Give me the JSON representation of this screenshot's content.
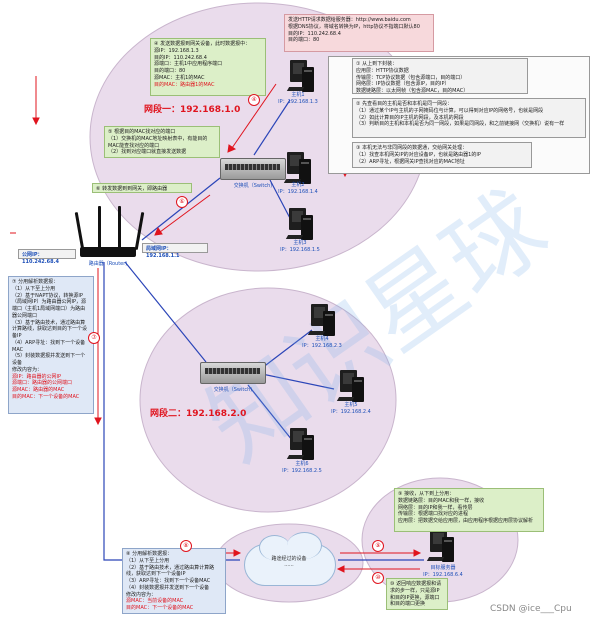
{
  "segments": {
    "seg1": "网段一：192.168.1.0",
    "seg2": "网段二：192.168.2.0"
  },
  "devices": {
    "pc1": {
      "name": "主机1",
      "ip": "IP：192.168.1.3"
    },
    "pc2": {
      "name": "主机2",
      "ip": "IP：192.168.1.4"
    },
    "pc3": {
      "name": "主机3",
      "ip": "IP：192.168.1.5"
    },
    "pc4": {
      "name": "主机4",
      "ip": "IP：192.168.2.3"
    },
    "pc5": {
      "name": "主机5",
      "ip": "IP：192.168.2.4"
    },
    "pc6": {
      "name": "主机6",
      "ip": "IP：192.168.2.5"
    },
    "switch1": "交换机（Switch)",
    "switch2": "交换机（Switch)",
    "router": "路由器（Router)",
    "server": {
      "name": "目标服务器",
      "ip": "IP：192.168.6.4"
    },
    "cloud": "路途经过的设备\n......"
  },
  "ports": {
    "public": "公网IP：110.242.68.4",
    "lan": "局域网IP：192.168.1.1"
  },
  "boxes": {
    "top_request": "发送HTTP请求数据给服务器：http://www.baidu.com\n根据DNS协议，将域名转换为IP，http协议不指端口默认80\n目的IP：110.242.68.4\n目的端口：80",
    "send_packet": "④ 发送数据报到网关设备，此时数据报中：\n源IP：192.168.1.3\n目的IP：110.242.68.4\n源端口：主机1中应用程序端口\n目的端口：80\n源MAC：主机1的MAC",
    "send_packet_red": "目的MAC：路由器1的MAC",
    "layers": "① 从上到下封装：\n应用层：HTTP协议数据\n传输层：TCP协议数据（包含源端口，目的端口）\n网络层：IP协议数据（包含源IP，目的IP）\n数据链路层：以太网帧（包含源MAC，目的MAC）",
    "route": "② 先查看目的主机是否和本机是同一网段：\n（1）通过某个IP与主机的子网掩码位与计算，可以得到对应IP的网络号，也就是网段\n（2）如此计算目的IP主机的网段，及本机的网段\n（3）判断目的主机和本机是否为同一网段，如果是同网段，和之前链接网（交换机）说有一样",
    "arp": "③ 本机无法与非同网段的数据通，交给网关处理：\n（1）找查本机网关IP的对应设备IP，也就是路由器1的IP\n（2）ARP寻址，根据网关IP查找对应的MAC地址",
    "switch_fwd": "⑤ 根据目的MAC找对应的端口\n（1）交换机的MAC地址映射表中，有能目的MAC能查找对应的端口\n（2）找到对应端口就直接发送数据",
    "fwd_router": "⑥ 转发数据到到网关，即路由器",
    "router_proc": "⑦ 分用解析数据报：\n（1）从下至上分用\n（2）基于NAPT协议，转换源IP（局域网IP）为路由器公网IP，源端口（主机1局域网端口）为路由器公网端口\n（3）基于路由技术，通过路由算计算路线，获取达到目的下一个设备IP\n（4）ARP寻址：找到下一个设备MAC\n（5）封装数据报并发送到下一个设备\n修改内容为：",
    "router_red": "源IP：路由器的公网IP\n源端口：路由器的公网端口\n源MAC：路由器的MAC\n目的MAC：下一个设备的MAC",
    "hop_proc": "⑧ 分用解析数据报：\n（1）从下至上分用\n（2）基于路由技术，通过路由算计算路线，获取达到下一个设备IP\n（3）ARP寻址：找到下一个设备MAC\n（4）封装数据报并发送到下一个设备\n修改内容为：",
    "hop_red": "源MAC：当前设备的MAC\n目的MAC：下一个设备的MAC",
    "server_proc": "⑨ 接收，从下到上分用：\n数据链路层：目的MAC和我一样，接收\n网络层：目的IP和我一样，看传层\n传输层：根据端口找对应的进程\n应用层：把数据交给应用层，由应用程序根据应用层协议解析",
    "reply": "⑩ 返回响应数据报和请求的步一样，只是源IP和目的IP更换，源端口和目的端口更换"
  },
  "steps": [
    "④",
    "⑤",
    "⑥",
    "⑦",
    "⑧",
    "⑨",
    "⑩"
  ],
  "watermark": "知识星球",
  "credit": "CSDN @ice___Cpu",
  "colors": {
    "red": "#e0141e",
    "blue": "#1d4fb8",
    "segment1": "#e9dbec",
    "segment2": "#e9dbec",
    "line": "#2b45b8"
  }
}
